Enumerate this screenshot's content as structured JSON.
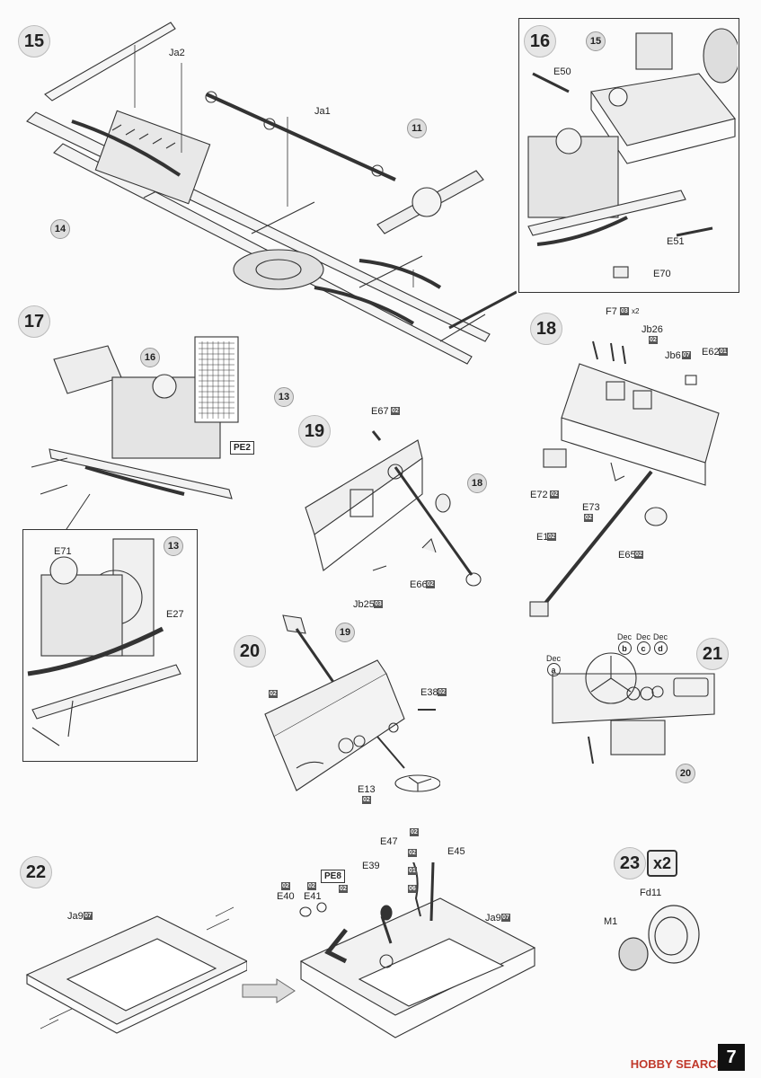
{
  "steps": {
    "s15": {
      "num": "15",
      "labels": {
        "ja2": "Ja2",
        "ja1": "Ja1",
        "p11": "11",
        "p14": "14"
      }
    },
    "s16": {
      "num": "16",
      "labels": {
        "p15": "15",
        "e50": "E50",
        "e51": "E51",
        "e70": "E70"
      }
    },
    "s17": {
      "num": "17",
      "labels": {
        "p16": "16",
        "p13": "13",
        "pe2": "PE2",
        "e71": "E71",
        "p13b": "13",
        "e27": "E27"
      }
    },
    "s18": {
      "num": "18",
      "labels": {
        "f7": "F7",
        "f7tag": "03",
        "f7x": "x2",
        "jb26": "Jb26",
        "jb26tag": "02",
        "jb6": "Jb6",
        "jb6tag": "07",
        "e62": "E62",
        "e62tag": "01",
        "e72": "E72",
        "e72tag": "02",
        "e73": "E73",
        "e73tag": "02",
        "e1": "E1",
        "e1tag": "02",
        "e65": "E65",
        "e65tag": "02"
      }
    },
    "s19": {
      "num": "19",
      "labels": {
        "e67": "E67",
        "e67tag": "02",
        "p18": "18",
        "e66": "E66",
        "e66tag": "02",
        "jb25": "Jb25",
        "jb25tag": "03"
      }
    },
    "s20": {
      "num": "20",
      "labels": {
        "p19": "19",
        "tag02": "02",
        "e38": "E38",
        "e38tag": "02",
        "e13": "E13",
        "e13tag": "02"
      }
    },
    "s21": {
      "num": "21",
      "labels": {
        "dec": "Dec",
        "a": "a",
        "b": "b",
        "c": "c",
        "d": "d",
        "p20": "20"
      }
    },
    "s22": {
      "num": "22",
      "labels": {
        "ja9": "Ja9",
        "ja9tag": "07"
      }
    },
    "s22b": {
      "labels": {
        "pe8": "PE8",
        "e39": "E39",
        "e39tag": "02",
        "e40": "E40",
        "e40tag": "02",
        "e41": "E41",
        "e41tag": "02",
        "e47": "E47",
        "e47tag": "02",
        "t01": "01",
        "t06": "06",
        "e45": "E45",
        "ja9": "Ja9",
        "ja9tag": "07",
        "t02a": "02"
      }
    },
    "s23": {
      "num": "23",
      "mult": "x2",
      "labels": {
        "fd11": "Fd11",
        "m1": "M1"
      }
    }
  },
  "page_number": "7",
  "watermark": "HOBBY SEARCH"
}
